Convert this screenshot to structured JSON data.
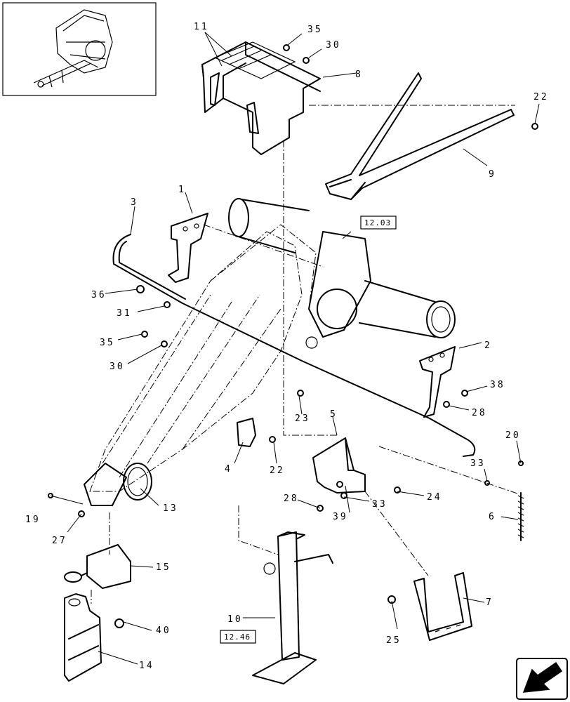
{
  "callouts": {
    "c1": "1",
    "c2": "2",
    "c3": "3",
    "c4": "4",
    "c5": "5",
    "c6": "6",
    "c7": "7",
    "c8": "8",
    "c9": "9",
    "c10": "10",
    "c11": "11",
    "c13": "13",
    "c14": "14",
    "c15": "15",
    "c19": "19",
    "c20": "20",
    "c22a": "22",
    "c22b": "22",
    "c23": "23",
    "c24": "24",
    "c25": "25",
    "c27": "27",
    "c28a": "28",
    "c28b": "28",
    "c30a": "30",
    "c30b": "30",
    "c31": "31",
    "c33a": "33",
    "c33b": "33",
    "c35a": "35",
    "c35b": "35",
    "c36": "36",
    "c38": "38",
    "c39": "39",
    "c40": "40"
  },
  "refs": {
    "ref_top": "12.03",
    "ref_bottom": "12.46"
  },
  "icons": {
    "overview": "machine-overview-thumbnail",
    "nav": "next-page-arrow-icon"
  }
}
